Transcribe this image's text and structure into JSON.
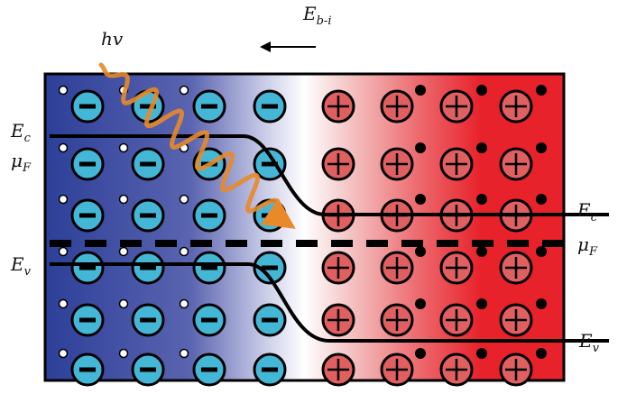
{
  "labels": {
    "photon": "hv",
    "field_main": "E",
    "field_sub": "b-i",
    "ec_left_main": "E",
    "ec_left_sub": "c",
    "mu_left_main": "μ",
    "mu_left_sub": "F",
    "ev_left_main": "E",
    "ev_left_sub": "v",
    "ec_right_main": "E",
    "ec_right_sub": "c",
    "mu_right_main": "μ",
    "mu_right_sub": "F",
    "ev_right_main": "E",
    "ev_right_sub": "v"
  },
  "colors": {
    "n_side": "#2c3f98",
    "p_side": "#e8222b",
    "negative_ion": "#45b7d6",
    "positive_ion": "#e06060",
    "photon_wave": "#e8892a",
    "band_line": "#000000"
  }
}
